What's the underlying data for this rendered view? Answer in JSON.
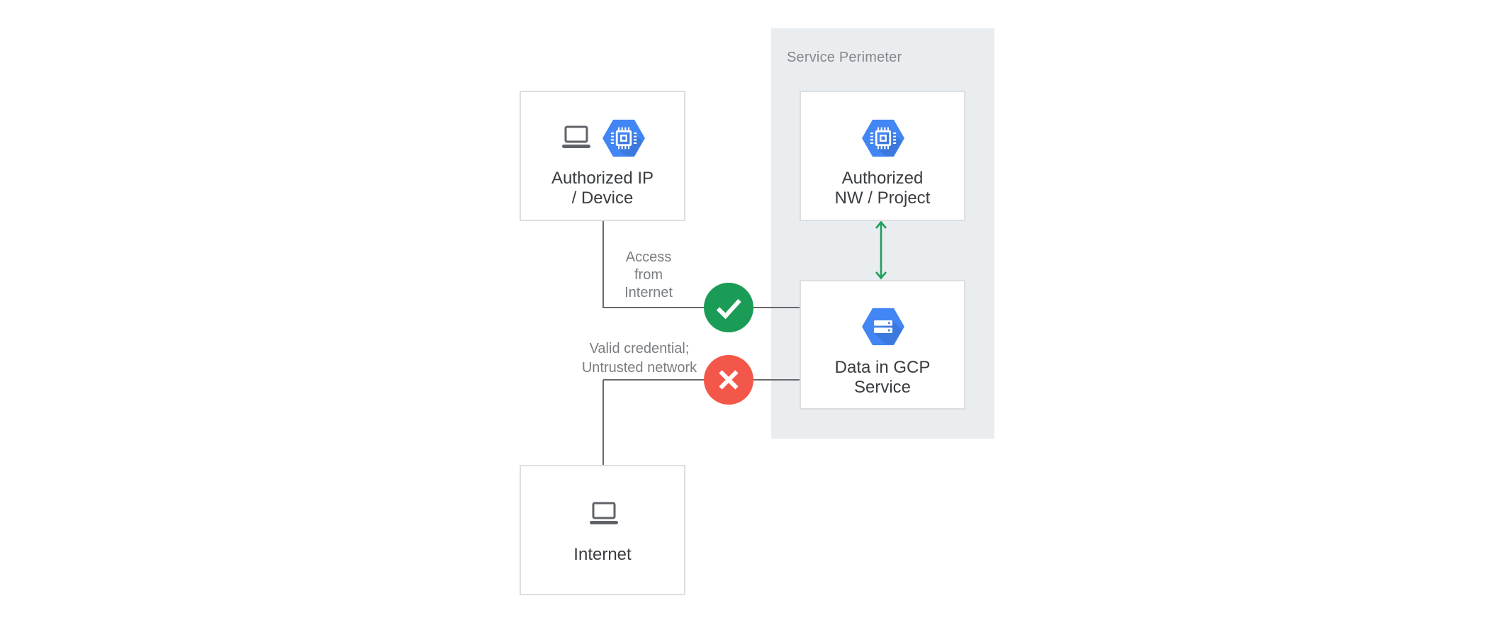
{
  "perimeter": {
    "label": "Service Perimeter"
  },
  "nodes": {
    "auth_ip": {
      "lines": [
        "Authorized IP",
        "/ Device"
      ],
      "icons": [
        "laptop-icon",
        "gcp-compute-hexagon-icon"
      ]
    },
    "auth_nw": {
      "lines": [
        "Authorized",
        "NW / Project"
      ],
      "icons": [
        "gcp-compute-hexagon-icon"
      ]
    },
    "data_gcp": {
      "lines": [
        "Data in GCP",
        "Service"
      ],
      "icons": [
        "gcp-storage-hexagon-icon"
      ]
    },
    "internet": {
      "lines": [
        "Internet"
      ],
      "icons": [
        "laptop-icon"
      ]
    }
  },
  "edges": {
    "access_from_internet": {
      "lines": [
        "Access",
        "from",
        "Internet"
      ],
      "badge": "check",
      "result": "allowed"
    },
    "untrusted_network": {
      "lines": [
        "Valid credential;",
        "Untrusted network"
      ],
      "badge": "cross",
      "result": "blocked"
    },
    "nw_to_data": {
      "style": "double-headed-arrow",
      "result": "allowed"
    }
  },
  "colors": {
    "gcp_blue": "#4285F4",
    "hexagon_shadow": "rgba(0,0,0,0.09)",
    "success_green": "#1A9C57",
    "error_red": "#F3574A",
    "arrow_green": "#1E9E5C",
    "perimeter_bg": "#E9EDF0",
    "connector_gray": "#66696D",
    "node_border": "#DCDEE1",
    "node_label_text": "#3A3D40",
    "annotation_text": "#7A7D80",
    "laptop_icon_gray": "#5F6368"
  }
}
